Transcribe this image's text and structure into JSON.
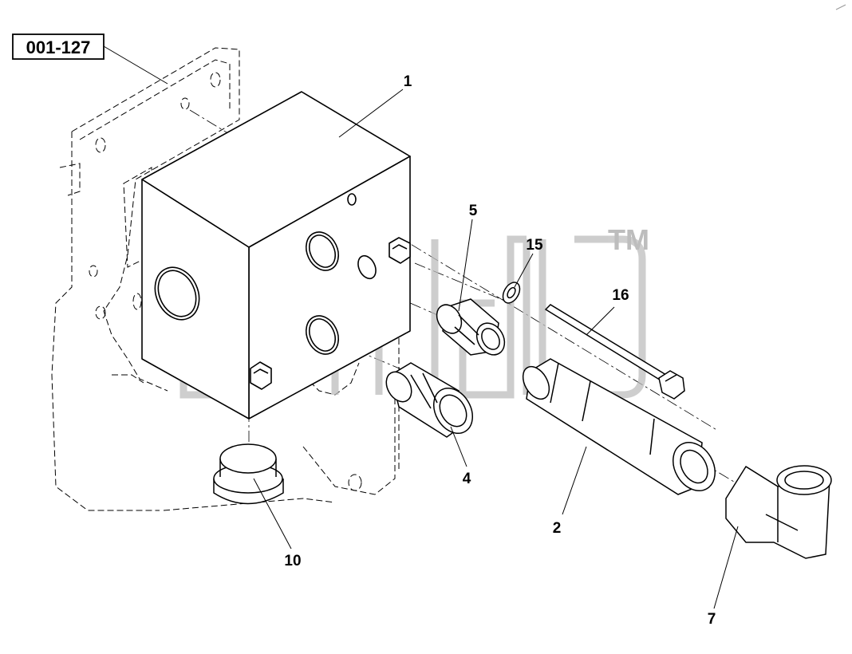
{
  "diagram": {
    "reference_code": "001-127",
    "watermark_tm": "TM",
    "callouts": [
      "1",
      "5",
      "15",
      "16",
      "4",
      "2",
      "10",
      "7"
    ],
    "colors": {
      "line": "#000000",
      "watermark": "#bdbdbd",
      "background": "#ffffff"
    }
  }
}
